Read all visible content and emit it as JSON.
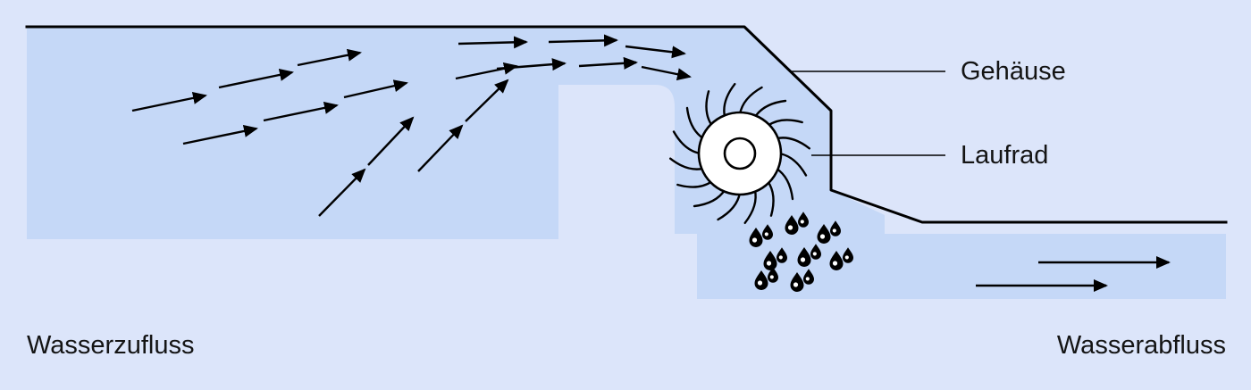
{
  "diagram": {
    "labels": {
      "gehaeuse": "Gehäuse",
      "laufrad": "Laufrad",
      "wasserzufluss": "Wasserzufluss",
      "wasserabfluss": "Wasserabfluss"
    },
    "colors": {
      "background": "#dce5fa",
      "water": "#c5d8f7",
      "line": "#000000"
    }
  }
}
